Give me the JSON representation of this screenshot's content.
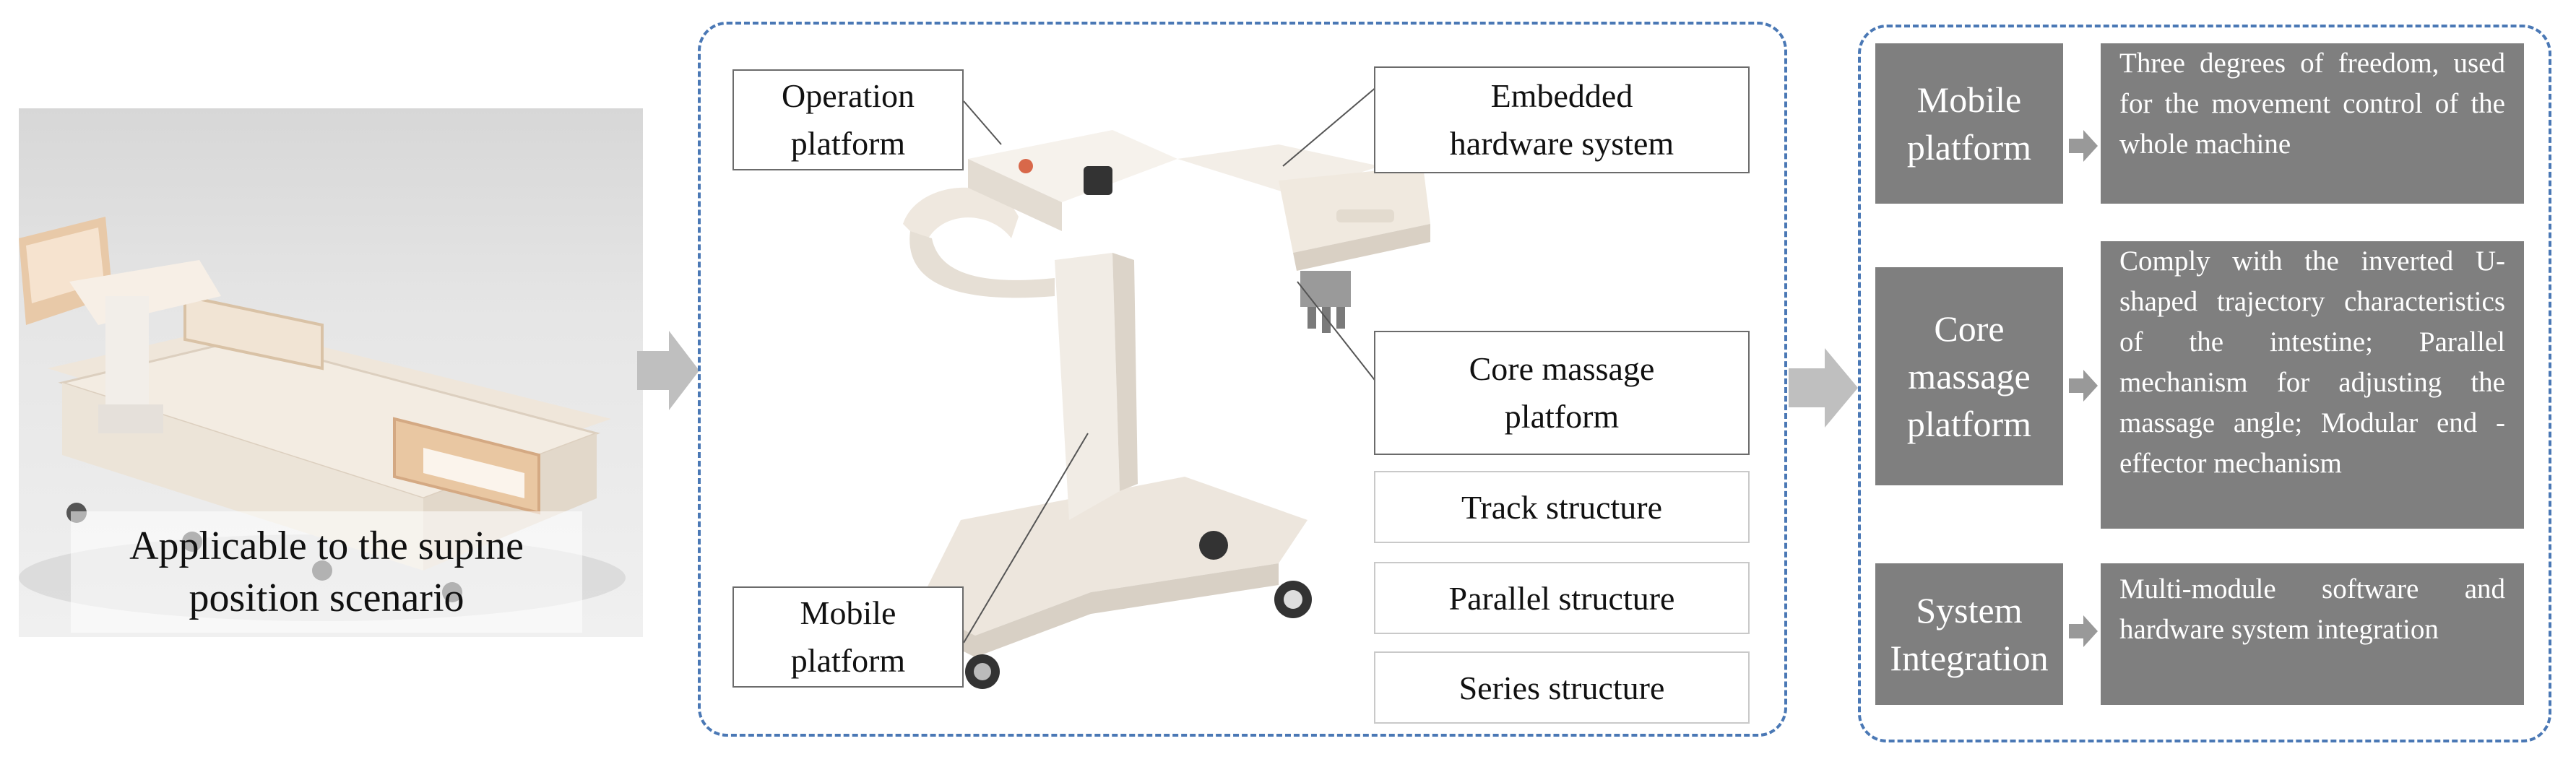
{
  "left_panel": {
    "caption_line1": "Applicable to the supine",
    "caption_line2": "position scenario"
  },
  "middle_panel": {
    "operation_platform": [
      "Operation",
      "platform"
    ],
    "embedded_hardware": [
      "Embedded",
      "hardware system"
    ],
    "core_massage_platform": [
      "Core massage",
      "platform"
    ],
    "mobile_platform": [
      "Mobile",
      "platform"
    ],
    "structures": [
      "Track structure",
      "Parallel structure",
      "Series structure"
    ]
  },
  "right_panel": {
    "modules": [
      {
        "name": [
          "Mobile",
          "platform"
        ],
        "description": "Three degrees of freedom, used for the movement control of the whole machine"
      },
      {
        "name": [
          "Core",
          "massage",
          "platform"
        ],
        "description": "Comply with the inverted U-shaped trajectory characteristics of the intestine; Parallel mechanism for adjusting the massage angle; Modular end - effector mechanism"
      },
      {
        "name": [
          "System",
          "Integration"
        ],
        "description": "Multi-module software and hardware system integration"
      }
    ]
  },
  "colors": {
    "dashed_border": "#4a78b5",
    "module_fill": "#7f7f7f",
    "arrow_fill": "#bfbfbf"
  }
}
